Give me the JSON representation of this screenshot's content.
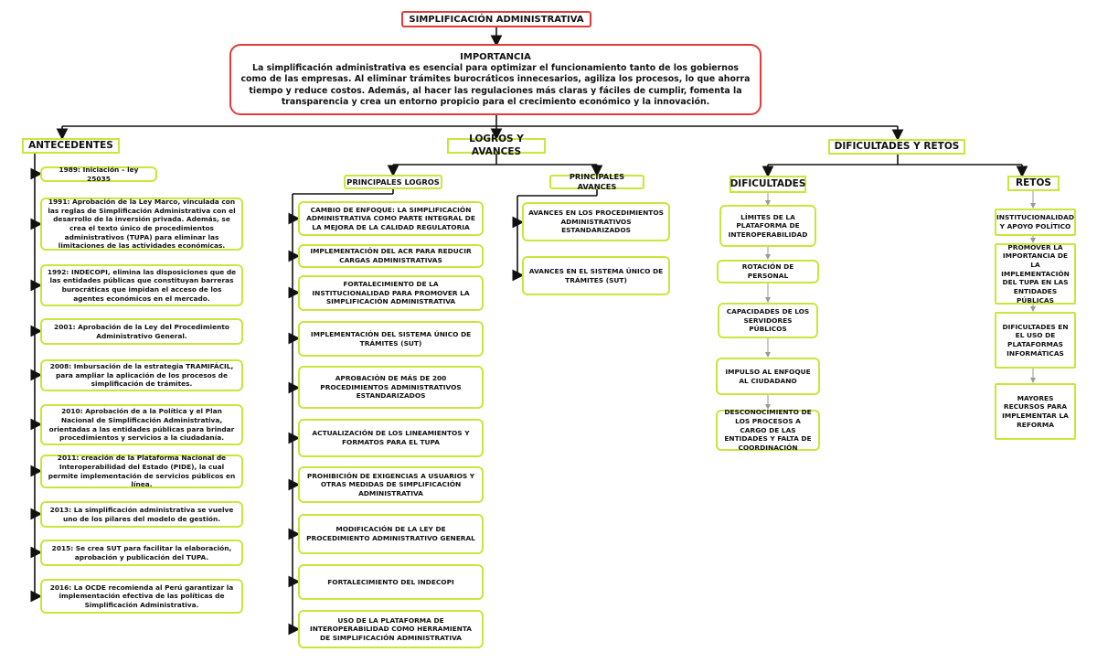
{
  "title": "SIMPLIFICACIÓN ADMINISTRATIVA",
  "importance": {
    "heading": "IMPORTANCIA",
    "text": "La simplificación administrativa es esencial para optimizar el funcionamiento tanto de los gobiernos como de las empresas. Al eliminar trámites burocráticos innecesarios, agiliza los procesos, lo que ahorra tiempo y reduce costos. Además, al hacer las regulaciones más claras y fáciles de cumplir, fomenta la transparencia y crea un entorno propicio para el crecimiento económico y la innovación."
  },
  "sections": {
    "antecedentes": "ANTECEDENTES",
    "logros": "LOGROS Y AVANCES",
    "dificultades_retos": "DIFICULTADES Y RETOS"
  },
  "antecedentes": [
    "1989: Iniciación – ley 25035",
    "1991: Aprobación de la Ley Marco, vinculada con las reglas de Simplificación Administrativa con el desarrollo de la inversión privada. Además, se crea el texto único de procedimientos administrativos (TUPA) para eliminar las limitaciones de las actividades económicas.",
    "1992: INDECOPI, elimina las disposiciones que de las entidades públicas que constituyan barreras burocráticas que impidan el acceso de los agentes económicos en el mercado.",
    "2001: Aprobación de la Ley del Procedimiento Administrativo General.",
    "2008: Imbursación de la estrategia TRAMIFÁCIL, para ampliar la aplicación de los procesos de simplificación de trámites.",
    "2010: Aprobación de a la Política y el Plan Nacional de Simplificación Administrativa, orientadas a las entidades públicas para brindar procedimientos y servicios a la ciudadanía.",
    "2011: creación de la Plataforma Nacional de Interoperabilidad del Estado (PIDE), la cual permite implementación de servicios públicos en línea.",
    "2013: La simplificación administrativa se vuelve uno de los pilares del modelo de gestión.",
    "2015: Se crea SUT para facilitar la elaboración, aprobación y publicación del TUPA.",
    "2016: La OCDE recomienda al Perú garantizar la implementación efectiva de las políticas de Simplificación Administrativa."
  ],
  "principales_logros": {
    "label": "PRINCIPALES LOGROS",
    "items": [
      "CAMBIO DE ENFOQUE: LA SIMPLIFICACIÓN ADMINISTRATIVA COMO PARTE INTEGRAL DE LA MEJORA DE LA CALIDAD REGULATORIA",
      "IMPLEMENTACIÓN DEL ACR PARA REDUCIR CARGAS ADMINISTRATIVAS",
      "FORTALECIMIENTO DE LA INSTITUCIONALIDAD PARA PROMOVER LA SIMPLIFICACIÓN ADMINISTRATIVA",
      "IMPLEMENTACIÓN DEL SISTEMA ÚNICO DE TRÁMITES (SUT)",
      "APROBACIÓN DE MÁS DE 200 PROCEDIMIENTOS ADMINISTRATIVOS ESTANDARIZADOS",
      "ACTUALIZACIÓN DE LOS LINEAMIENTOS Y FORMATOS PARA EL TUPA",
      "PROHIBICIÓN DE EXIGENCIAS A USUARIOS Y OTRAS MEDIDAS DE SIMPLIFICACIÓN ADMINISTRATIVA",
      "MODIFICACIÓN DE LA LEY DE PROCEDIMIENTO ADMINISTRATIVO GENERAL",
      "FORTALECIMIENTO DEL INDECOPI",
      "USO DE LA PLATAFORMA DE INTEROPERABILIDAD COMO HERRAMIENTA DE SIMPLIFICACIÓN ADMINISTRATIVA"
    ]
  },
  "principales_avances": {
    "label": "PRINCIPALES AVANCES",
    "items": [
      "AVANCES EN LOS PROCEDIMIENTOS ADMINISTRATIVOS ESTANDARIZADOS",
      "AVANCES EN EL SISTEMA ÚNICO DE TRÁMITES (SUT)"
    ]
  },
  "dificultades": {
    "label": "DIFICULTADES",
    "items": [
      "LÍMITES DE LA PLATAFORMA DE INTEROPERABILIDAD",
      "ROTACIÓN DE PERSONAL",
      "CAPACIDADES DE LOS SERVIDORES PÚBLICOS",
      "IMPULSO AL ENFOQUE AL CIUDADANO",
      "DESCONOCIMIENTO DE LOS PROCESOS A CARGO DE LAS ENTIDADES Y FALTA DE COORDINACIÓN"
    ]
  },
  "retos": {
    "label": "RETOS",
    "items": [
      "INSTITUCIONALIDAD Y APOYO POLÍTICO",
      "PROMOVER LA IMPORTANCIA DE LA IMPLEMENTACIÓN DEL TUPA EN LAS ENTIDADES PÚBLICAS",
      "DIFICULTADES EN EL USO DE PLATAFORMAS INFORMÁTICAS",
      "MAYORES RECURSOS PARA IMPLEMENTAR LA REFORMA"
    ]
  },
  "colors": {
    "root_border": "#e03a3a",
    "node_border": "#c9e63a",
    "connector": "#111111"
  }
}
